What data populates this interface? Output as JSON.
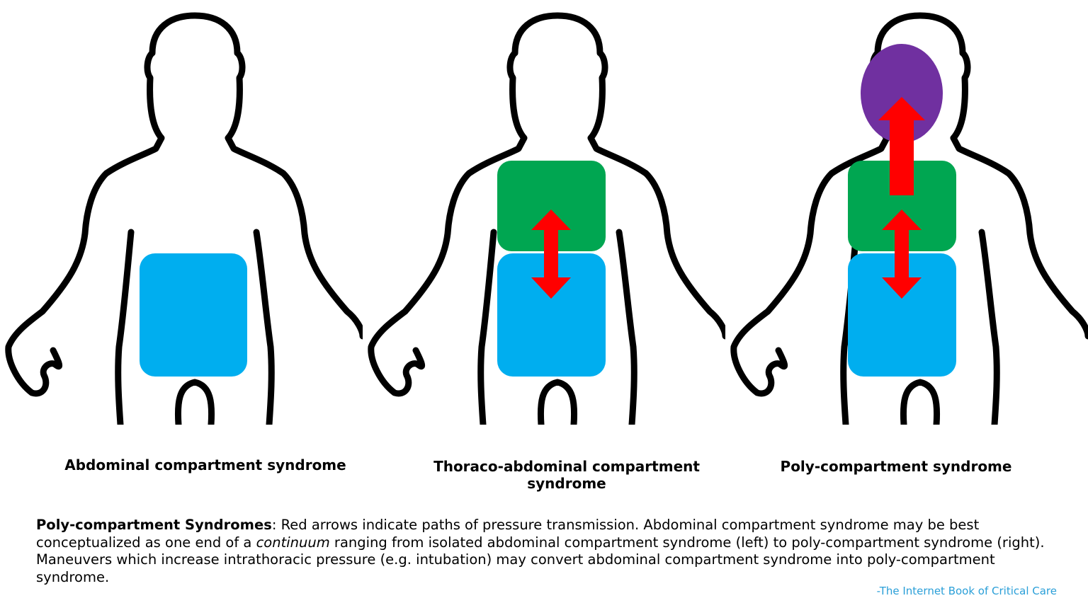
{
  "figures": [
    {
      "label": "Abdominal compartment syndrome"
    },
    {
      "label": "Thoraco-abdominal compartment syndrome"
    },
    {
      "label": "Poly-compartment syndrome"
    }
  ],
  "colors": {
    "abdomen": "#00aeef",
    "thorax": "#00a651",
    "head": "#7030a0",
    "arrow": "#ff0000",
    "credit": "#2a9fd8"
  },
  "caption": {
    "title": "Poly-compartment Syndromes",
    "text_1": ":  Red arrows indicate paths of pressure transmission.  Abdominal compartment syndrome may be best conceptualized as one end of a ",
    "emphasis": "continuum",
    "text_2": " ranging from isolated abdominal compartment syndrome (left) to poly-compartment syndrome (right).  Maneuvers which increase intrathoracic pressure (e.g. intubation) may convert abdominal compartment syndrome into poly-compartment syndrome."
  },
  "credit": "-The Internet Book of Critical Care"
}
